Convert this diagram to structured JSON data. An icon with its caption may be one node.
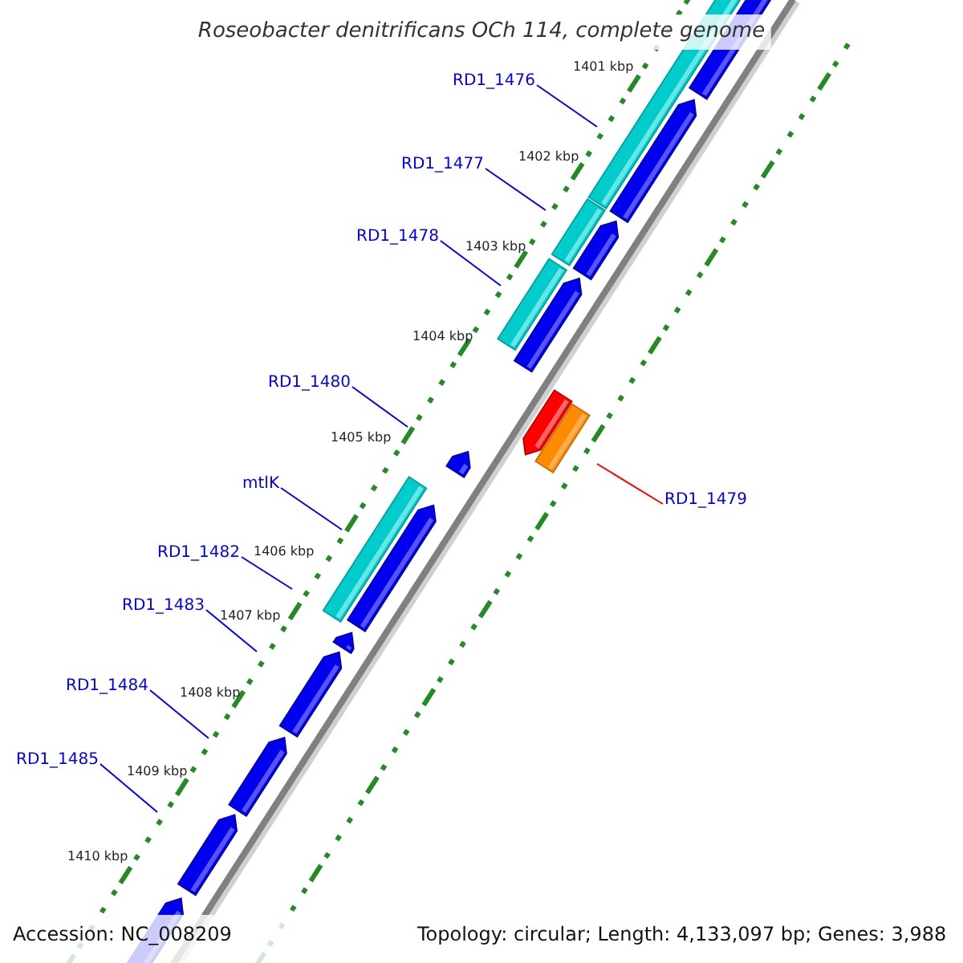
{
  "diagram": {
    "title": "Roseobacter denitrificans OCh 114, complete genome",
    "nodes": [
      {
        "text": [
          "RD1_1476"
        ]
      },
      {
        "text": [
          "RD1_1477"
        ]
      },
      {
        "text": [
          "RD1_1478"
        ]
      },
      {
        "text": [
          "RD1_1480"
        ]
      },
      {
        "text": [
          "mtlK"
        ]
      },
      {
        "text": [
          "RD1_1479"
        ]
      },
      {
        "text": [
          "RD1_1482"
        ]
      },
      {
        "text": [
          "RD1_1483"
        ]
      },
      {
        "text": [
          "RD1_1484"
        ]
      },
      {
        "text": [
          "RD1_1485"
        ]
      }
    ],
    "edges": [
      {
        "from": 0,
        "to": null,
        "arrow": "none"
      },
      {
        "from": 1,
        "to": null,
        "arrow": "none"
      },
      {
        "from": 2,
        "to": null,
        "arrow": "none"
      },
      {
        "from": 3,
        "to": null,
        "arrow": "none"
      },
      {
        "from": 4,
        "to": null,
        "arrow": "none"
      },
      {
        "from": 5,
        "to": null,
        "arrow": "none",
        "color": "#ff0000"
      },
      {
        "from": 6,
        "to": null,
        "arrow": "none"
      },
      {
        "from": 7,
        "to": null,
        "arrow": "none"
      },
      {
        "from": 8,
        "to": null,
        "arrow": "none"
      },
      {
        "from": 9,
        "to": null,
        "arrow": "none"
      }
    ],
    "labels": [
      "1401 kbp",
      "1402 kbp",
      "1403 kbp",
      "1404 kbp",
      "1405 kbp",
      "1406 kbp",
      "1407 kbp",
      "1408 kbp",
      "1409 kbp",
      "1410 kbp",
      "Accession: NC_008209",
      "Topology: circular; Length: 4,133,097 bp; Genes: 3,988"
    ]
  }
}
